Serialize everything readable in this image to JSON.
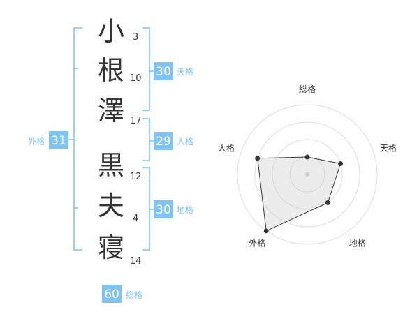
{
  "name": {
    "characters": [
      {
        "char": "小",
        "strokes": "3"
      },
      {
        "char": "根",
        "strokes": "10"
      },
      {
        "char": "澤",
        "strokes": "17"
      },
      {
        "char": "黒",
        "strokes": "12"
      },
      {
        "char": "夫",
        "strokes": "4"
      },
      {
        "char": "寝",
        "strokes": "14"
      }
    ]
  },
  "kakusu": {
    "tenkaku": {
      "value": "30",
      "label": "天格"
    },
    "jinkaku": {
      "value": "29",
      "label": "人格"
    },
    "chikaku": {
      "value": "30",
      "label": "地格"
    },
    "gaikaku": {
      "value": "31",
      "label": "外格"
    },
    "soukaku": {
      "value": "60",
      "label": "総格"
    }
  },
  "chart_data": {
    "type": "radar",
    "axes": [
      "総格",
      "天格",
      "地格",
      "外格",
      "人格"
    ],
    "values": [
      1,
      2,
      2,
      4,
      3
    ],
    "max": 4,
    "rings": 4,
    "center_dot": true
  },
  "colors": {
    "accent": "#7fc4f2",
    "text": "#333333",
    "ring": "#dddddd"
  }
}
